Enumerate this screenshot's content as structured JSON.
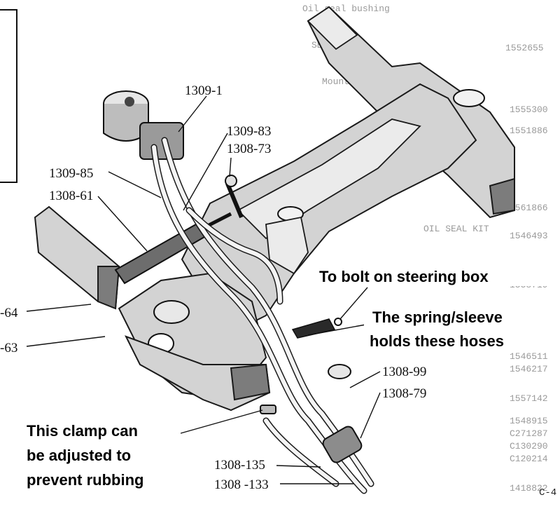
{
  "parts_labels": {
    "p1309_1": "1309-1",
    "p1309_83": "1309-83",
    "p1308_73": "1308-73",
    "p1309_85": "1309-85",
    "p1308_61": "1308-61",
    "p64": "-64",
    "p63": "-63",
    "p1308_99": "1308-99",
    "p1308_79": "1308-79",
    "p1308_135": "1308-135",
    "p1308_133": "1308 -133"
  },
  "annotations": {
    "bolt_note": "To bolt on steering box",
    "spring_line1": "The spring/sleeve",
    "spring_line2": "holds these hoses",
    "clamp_line1": "This clamp can",
    "clamp_line2": "be adjusted to",
    "clamp_line3": "prevent rubbing"
  },
  "page_fragments": {
    "t1": "Oil seal bushing",
    "t2": "SEAT",
    "t3": "1552655",
    "t4": "Mount",
    "t5": "1555300",
    "t6": "1551886",
    "t7": "1561866",
    "t8": "1546493",
    "t9": "OIL SEAL KIT",
    "t10": "1558719",
    "t11": "1546511",
    "t12": "1546217",
    "t13": "1557142",
    "t14": "1548915",
    "t15": "C271287",
    "t16": "C130290",
    "t17": "C120214",
    "t18": "1418822",
    "corner": "C-4"
  }
}
